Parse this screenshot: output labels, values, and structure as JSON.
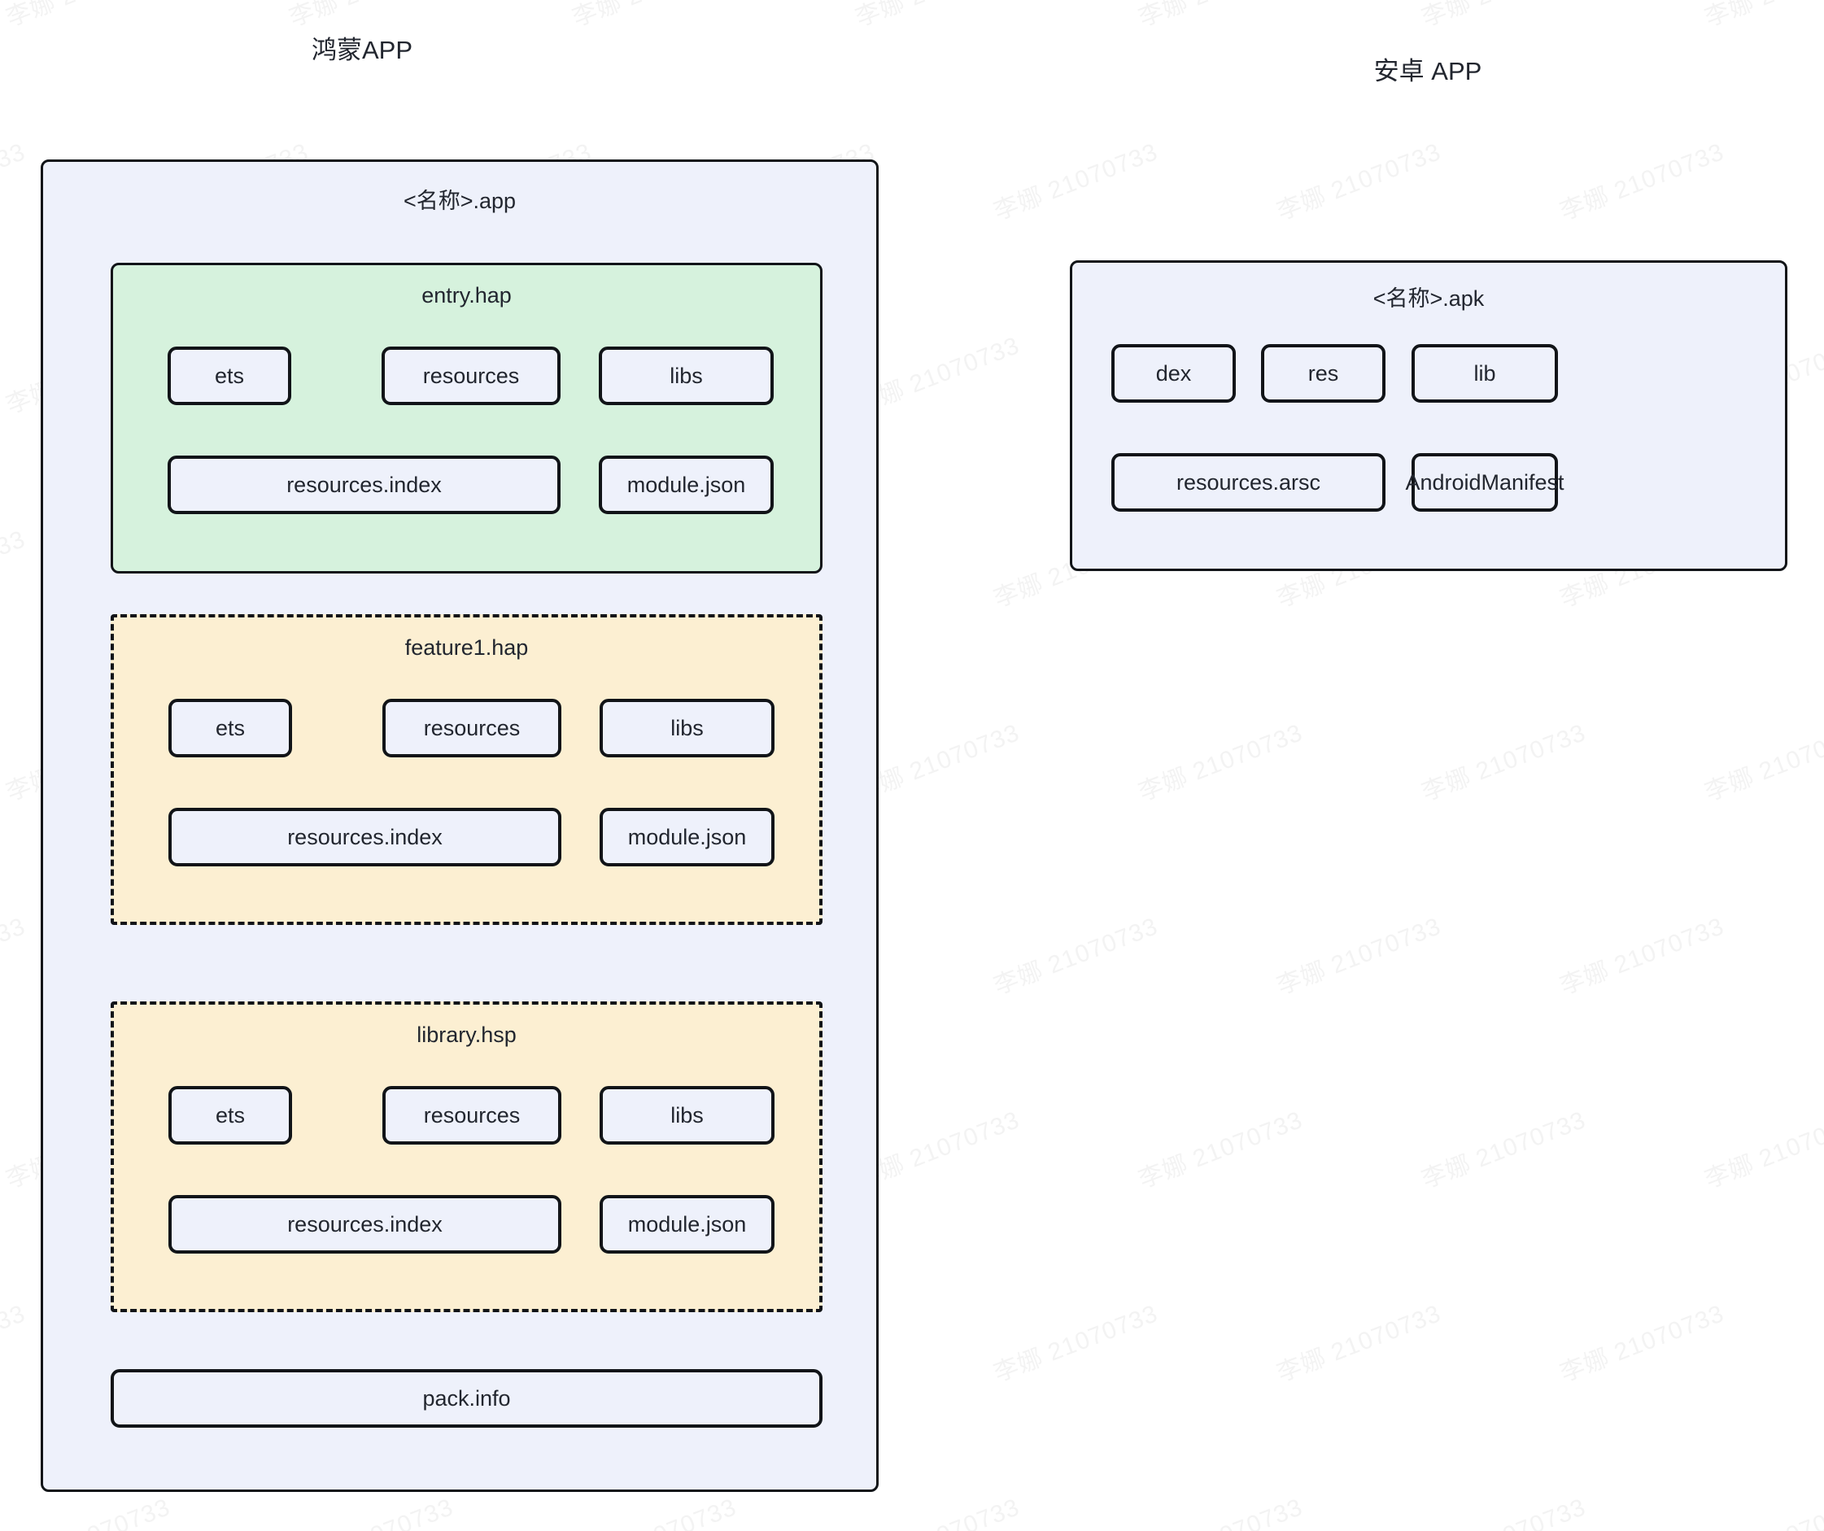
{
  "watermark": {
    "text": "李娜 21070733",
    "angle_deg": -21,
    "color": "rgba(120,120,120,0.085)"
  },
  "colors": {
    "page_background": "#ffffff",
    "package_fill": "#eef1fb",
    "entry_hap_fill": "#d6f2dd",
    "feature_fill": "#fcefd2",
    "item_fill": "#eef1fb",
    "stroke": "#111418",
    "text": "#22262f"
  },
  "columns": [
    {
      "id": "harmony",
      "title": "鸿蒙APP",
      "package": {
        "name": "<名称>.app",
        "modules": [
          {
            "id": "entry-hap",
            "name": "entry.hap",
            "border_style": "solid",
            "fill": "#d6f2dd",
            "rows": [
              [
                {
                  "label": "ets"
                },
                {
                  "label": "resources"
                },
                {
                  "label": "libs"
                }
              ],
              [
                {
                  "label": "resources.index"
                },
                {
                  "label": "module.json"
                }
              ]
            ]
          },
          {
            "id": "feature1-hap",
            "name": "feature1.hap",
            "border_style": "dashed",
            "fill": "#fcefd2",
            "rows": [
              [
                {
                  "label": "ets"
                },
                {
                  "label": "resources"
                },
                {
                  "label": "libs"
                }
              ],
              [
                {
                  "label": "resources.index"
                },
                {
                  "label": "module.json"
                }
              ]
            ]
          },
          {
            "id": "library-hsp",
            "name": "library.hsp",
            "border_style": "dashed",
            "fill": "#fcefd2",
            "rows": [
              [
                {
                  "label": "ets"
                },
                {
                  "label": "resources"
                },
                {
                  "label": "libs"
                }
              ],
              [
                {
                  "label": "resources.index"
                },
                {
                  "label": "module.json"
                }
              ]
            ]
          }
        ],
        "loose_items": [
          {
            "id": "pack-info",
            "label": "pack.info"
          }
        ]
      }
    },
    {
      "id": "android",
      "title": "安卓 APP",
      "package": {
        "name": "<名称>.apk",
        "modules": [],
        "rows": [
          [
            {
              "label": "dex"
            },
            {
              "label": "res"
            },
            {
              "label": "lib"
            }
          ],
          [
            {
              "label": "resources.arsc"
            },
            {
              "label": "AndroidManifest"
            }
          ]
        ]
      }
    }
  ]
}
